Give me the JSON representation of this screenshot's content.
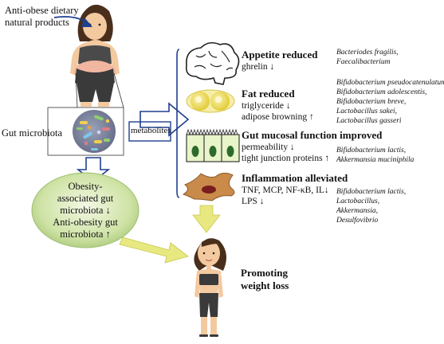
{
  "intake_label": [
    "Anti-obese dietary",
    "natural products"
  ],
  "gut_microbiota_label": "Gut microbiota",
  "metabolites_label": "metabolites",
  "ellipse_text": [
    "Obesity-",
    "associated gut",
    "microbiota ↓",
    "Anti-obesity gut",
    "microbiota ↑"
  ],
  "effects": [
    {
      "title": "Appetite reduced",
      "details": [
        "ghrelin ↓"
      ],
      "bacteria": [
        "Bacteriodes fragilis,",
        "Faecalibacterium"
      ]
    },
    {
      "title": "Fat  reduced",
      "details": [
        "triglyceride ↓",
        "adipose browning ↑"
      ],
      "bacteria": [
        "Bifidobacterium pseudocatenulatum,",
        "Bifidobacterium adolescentis,",
        "Bifidobacterium breve,",
        "Lactobacillus sakei,",
        "Lactobacillus gasseri"
      ]
    },
    {
      "title": "Gut mucosal function improved",
      "details": [
        "permeability ↓",
        "tight junction proteins ↑"
      ],
      "bacteria": [
        "Bifidobacterium lactis,",
        "Akkermansia muciniphila"
      ]
    },
    {
      "title": "Inflammation alleviated",
      "details": [
        "TNF, MCP, NF-κB, IL↓",
        "LPS ↓"
      ],
      "bacteria": [
        "Bifidobacterium lactis,",
        "Lactobacillus,",
        "Akkermansia,",
        "Desulfovibrio"
      ]
    }
  ],
  "outcome_label": [
    "Promoting",
    "weight loss"
  ],
  "colors": {
    "arrow_blue": "#1f3f8f",
    "arrow_yellow": "#e8e880",
    "ellipse_green": "#cfe3a6",
    "skin": "#f3c9a0",
    "hair": "#4a2e1c",
    "clothes": "#3a3a3a"
  }
}
